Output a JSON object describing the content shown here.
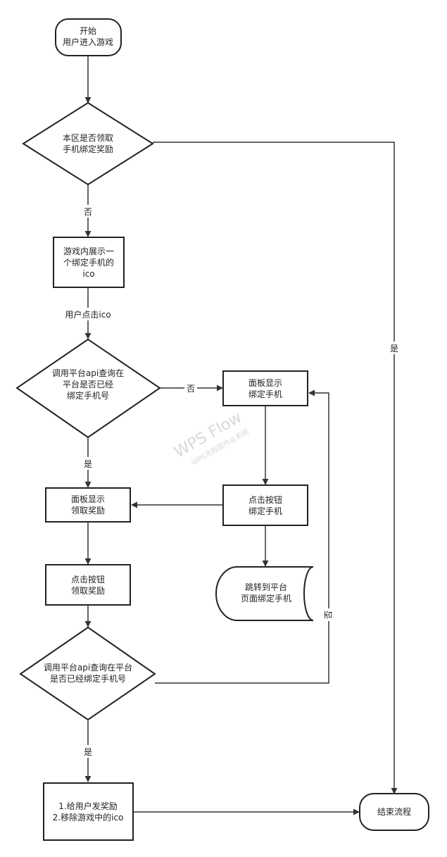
{
  "nodes": {
    "start": [
      "开始",
      "用户进入游戏"
    ],
    "check_claimed": [
      "本区是否领取",
      "手机绑定奖励"
    ],
    "show_icon": [
      "游戏内展示一",
      "个绑定手机的",
      "ico"
    ],
    "check_bound_1": [
      "调用平台api查询在",
      "平台是否已经",
      "绑定手机号"
    ],
    "panel_bind": [
      "面板显示",
      "绑定手机"
    ],
    "click_bind": [
      "点击按钮",
      "绑定手机"
    ],
    "jump_platform": [
      "跳转到平台",
      "页面绑定手机"
    ],
    "panel_claim": [
      "面板显示",
      "领取奖励"
    ],
    "click_claim": [
      "点击按钮",
      "领取奖励"
    ],
    "check_bound_2": [
      "调用平台api查询在平台",
      "是否已经绑定手机号"
    ],
    "give_reward": [
      "1.给用户发奖励",
      "2.移除游戏中的ico"
    ],
    "end": [
      "结束流程"
    ]
  },
  "edge_labels": {
    "no_1": "否",
    "user_click": "用户点击ico",
    "no_2": "否",
    "yes_1": "是",
    "yes_main": "是",
    "no_3": "否",
    "yes_2": "是"
  },
  "watermark": {
    "main": "WPS Flow",
    "sub": "WPS流程图作业系统"
  }
}
